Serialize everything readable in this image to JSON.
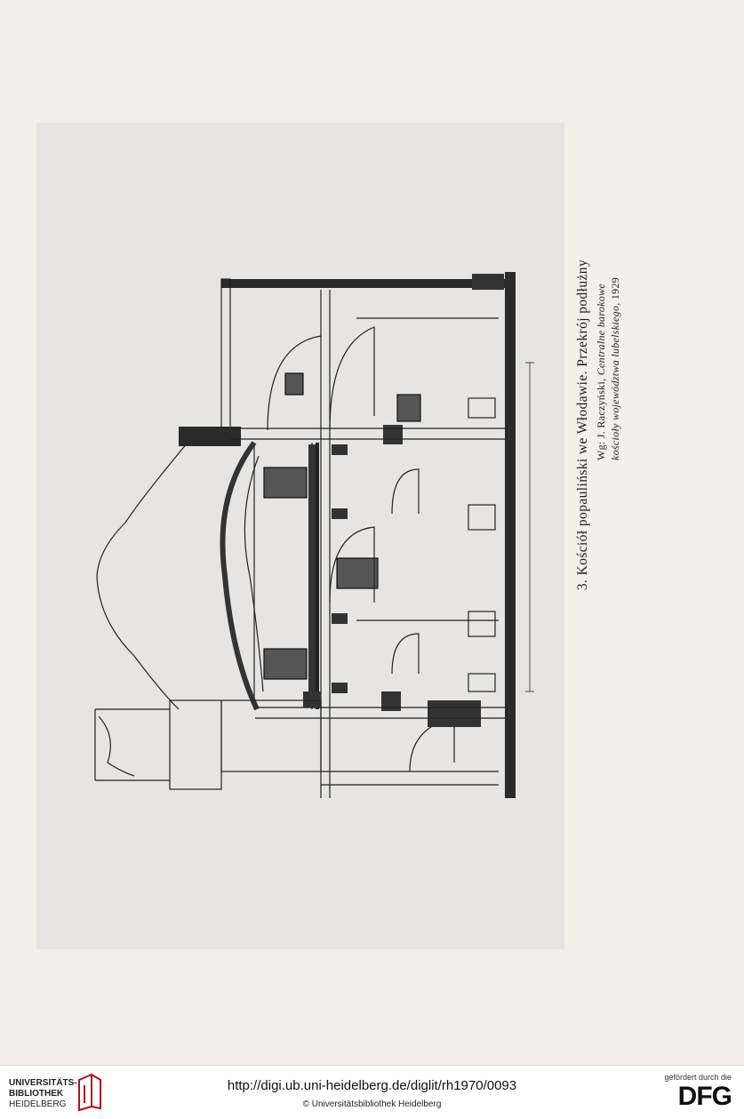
{
  "caption": {
    "title": "3. Kościół popauliński we Włodawie. Przekrój podłużny",
    "source_prefix": "Wg: J. Raczyński, ",
    "source_title_a": "Centralne barokowe",
    "source_title_b": "kościoły województwa lubelskiego",
    "source_year": ", 1929"
  },
  "footer": {
    "library_line1": "UNIVERSITÄTS-",
    "library_line2": "BIBLIOTHEK",
    "library_line3": "HEIDELBERG",
    "url": "http://digi.ub.uni-heidelberg.de/diglit/rh1970/0093",
    "copyright": "© Universitätsbibliothek Heidelberg",
    "funding_label": "gefördert durch die",
    "funder": "DFG"
  }
}
